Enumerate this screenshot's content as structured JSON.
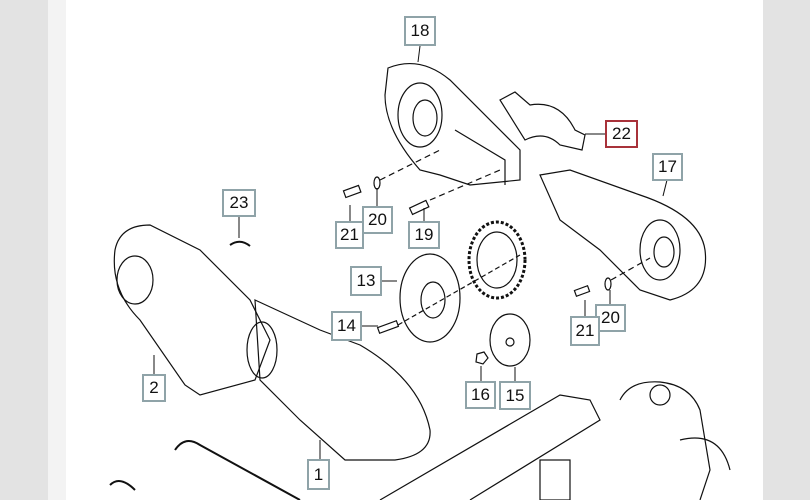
{
  "diagram": {
    "callouts": [
      {
        "id": "18",
        "label": "18"
      },
      {
        "id": "22",
        "label": "22",
        "selected": true
      },
      {
        "id": "17",
        "label": "17"
      },
      {
        "id": "23",
        "label": "23"
      },
      {
        "id": "20a",
        "label": "20"
      },
      {
        "id": "21a",
        "label": "21"
      },
      {
        "id": "19",
        "label": "19"
      },
      {
        "id": "13",
        "label": "13"
      },
      {
        "id": "14",
        "label": "14"
      },
      {
        "id": "2",
        "label": "2"
      },
      {
        "id": "16",
        "label": "16"
      },
      {
        "id": "15",
        "label": "15"
      },
      {
        "id": "20b",
        "label": "20"
      },
      {
        "id": "21b",
        "label": "21"
      },
      {
        "id": "1",
        "label": "1"
      }
    ],
    "colors": {
      "callout_border": "#8fa3a8",
      "selected_border": "#a8323a",
      "line": "#111111"
    }
  }
}
